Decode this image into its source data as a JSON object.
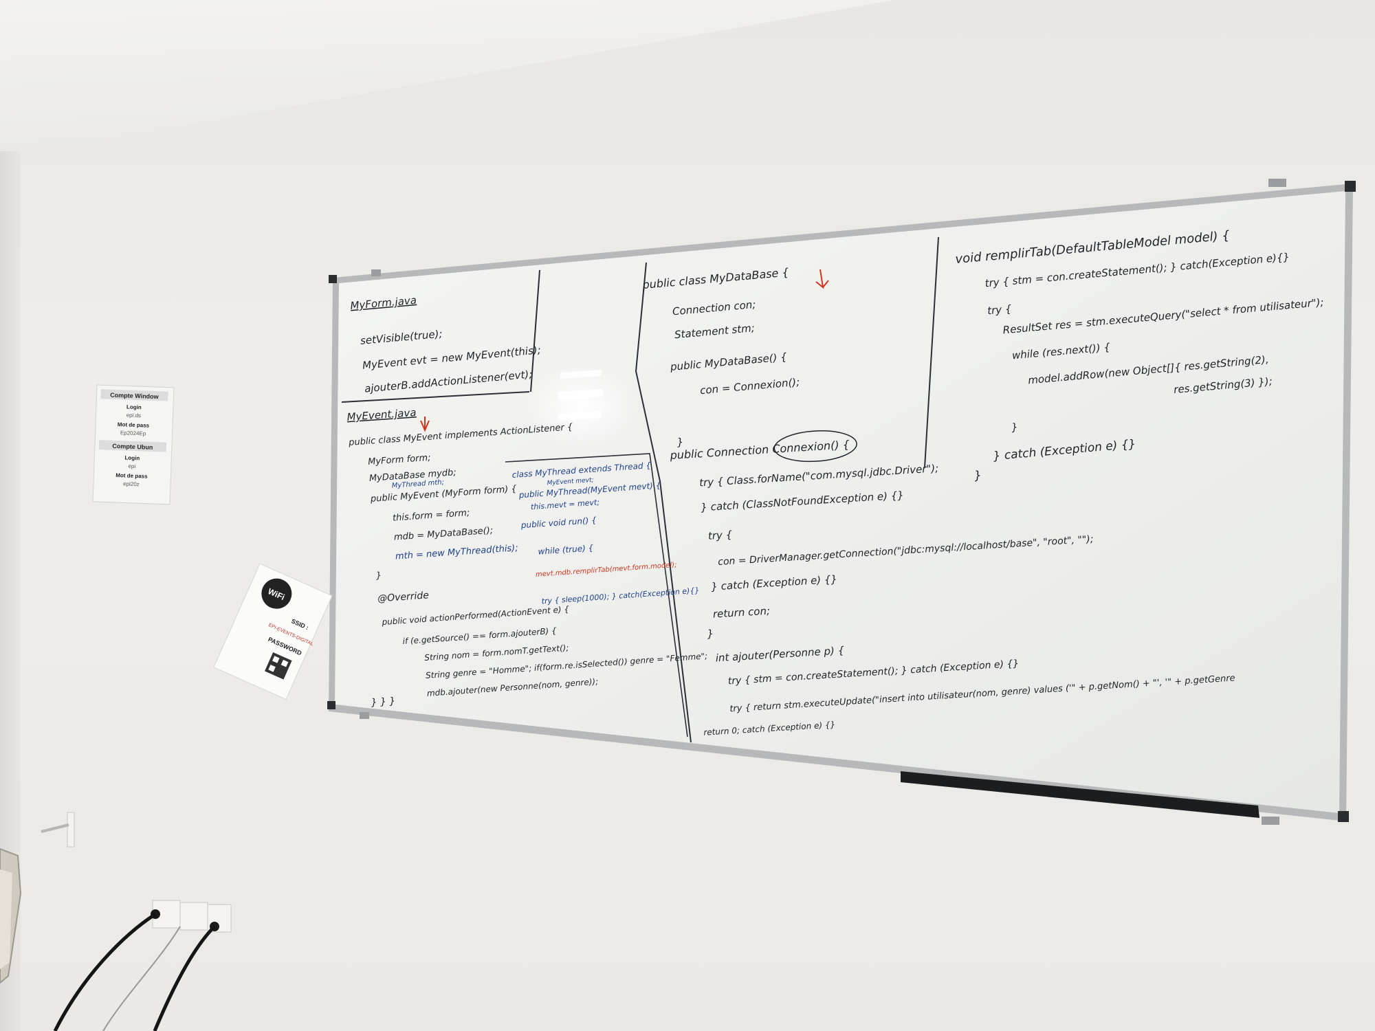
{
  "login_note": {
    "section1_title": "Compte Window",
    "label_login": "Login",
    "login1": "epi.ds",
    "label_password": "Mot de pass",
    "password1": "Ep2024Ep",
    "section2_title": "Compte Ubun",
    "label_login2": "Login",
    "login2": "epi",
    "label_password2": "Mot de pass",
    "password2": "epi20z"
  },
  "wifi_sign": {
    "logo": "WiFi",
    "ssid_label": "SSID :",
    "ssid": "EPI-EVENTS-DIGITAL",
    "password_label": "PASSWORD"
  },
  "whiteboard": {
    "left_panel": {
      "form_title": "MyForm.java",
      "form_lines": [
        "setVisible(true);",
        "MyEvent evt = new MyEvent(this);",
        "ajouterB.addActionListener(evt);"
      ],
      "event_title": "MyEvent.java",
      "event_lines": [
        "public class MyEvent implements ActionListener {",
        "MyForm form;",
        "MyDataBase mydb;",
        "MyThread mth;",
        "public MyEvent (MyForm form) {",
        "this.form = form;",
        "mdb = MyDataBase();",
        "mth = new MyThread(this);",
        "}",
        "@Override",
        "public void actionPerformed(ActionEvent e) {",
        "if (e.getSource() == form.ajouterB) {",
        "String nom = form.nomT.getText();",
        "String genre = \"Homme\"; if(form.re.isSelected()) genre = \"Femme\";",
        "mdb.ajouter(new Personne(nom, genre));",
        "} } }"
      ],
      "thread_lines": [
        "class MyThread extends Thread {",
        "MyEvent mevt;",
        "public MyThread(MyEvent mevt) {",
        "this.mevt = mevt;",
        "public void run() {",
        "while (true) {",
        "mevt.mdb.remplirTab(mevt.form.model);",
        "try { sleep(1000); } catch(Exception e){}"
      ]
    },
    "middle_panel": {
      "lines": [
        "public class MyDataBase {",
        "Connection con;",
        "Statement stm;",
        "public MyDataBase() {",
        "con = Connexion();",
        "}",
        "public Connection Connexion() {",
        "try { Class.forName(\"com.mysql.jdbc.Driver\");",
        "} catch (ClassNotFoundException e) {}",
        "try {",
        "con = DriverManager.getConnection(\"jdbc:mysql://localhost/base\", \"root\", \"\");",
        "} catch (Exception e) {}",
        "return con;",
        "}",
        "int ajouter(Personne p) {",
        "try { stm = con.createStatement(); } catch (Exception e) {}",
        "try { return stm.executeUpdate(\"insert into utilisateur(nom, genre) values ('\" + p.getNom() + \"', '\" + p.getGenre",
        "return 0; catch (Exception e) {}"
      ]
    },
    "right_panel": {
      "lines": [
        "void remplirTab(DefaultTableModel model) {",
        "try { stm = con.createStatement(); } catch(Exception e){}",
        "try {",
        "ResultSet res = stm.executeQuery(\"select * from utilisateur\");",
        "while (res.next()) {",
        "model.addRow(new Object[]{ res.getString(2),",
        "res.getString(3) });",
        "}",
        "} catch (Exception e) {}",
        "}"
      ]
    }
  },
  "colors": {
    "wall": "#ebe9e5",
    "board": "#f2f3f1",
    "frame": "#b9bbbc",
    "ink_black": "#1e2228",
    "ink_blue": "#1d3f8a",
    "ink_red": "#d0341c"
  }
}
